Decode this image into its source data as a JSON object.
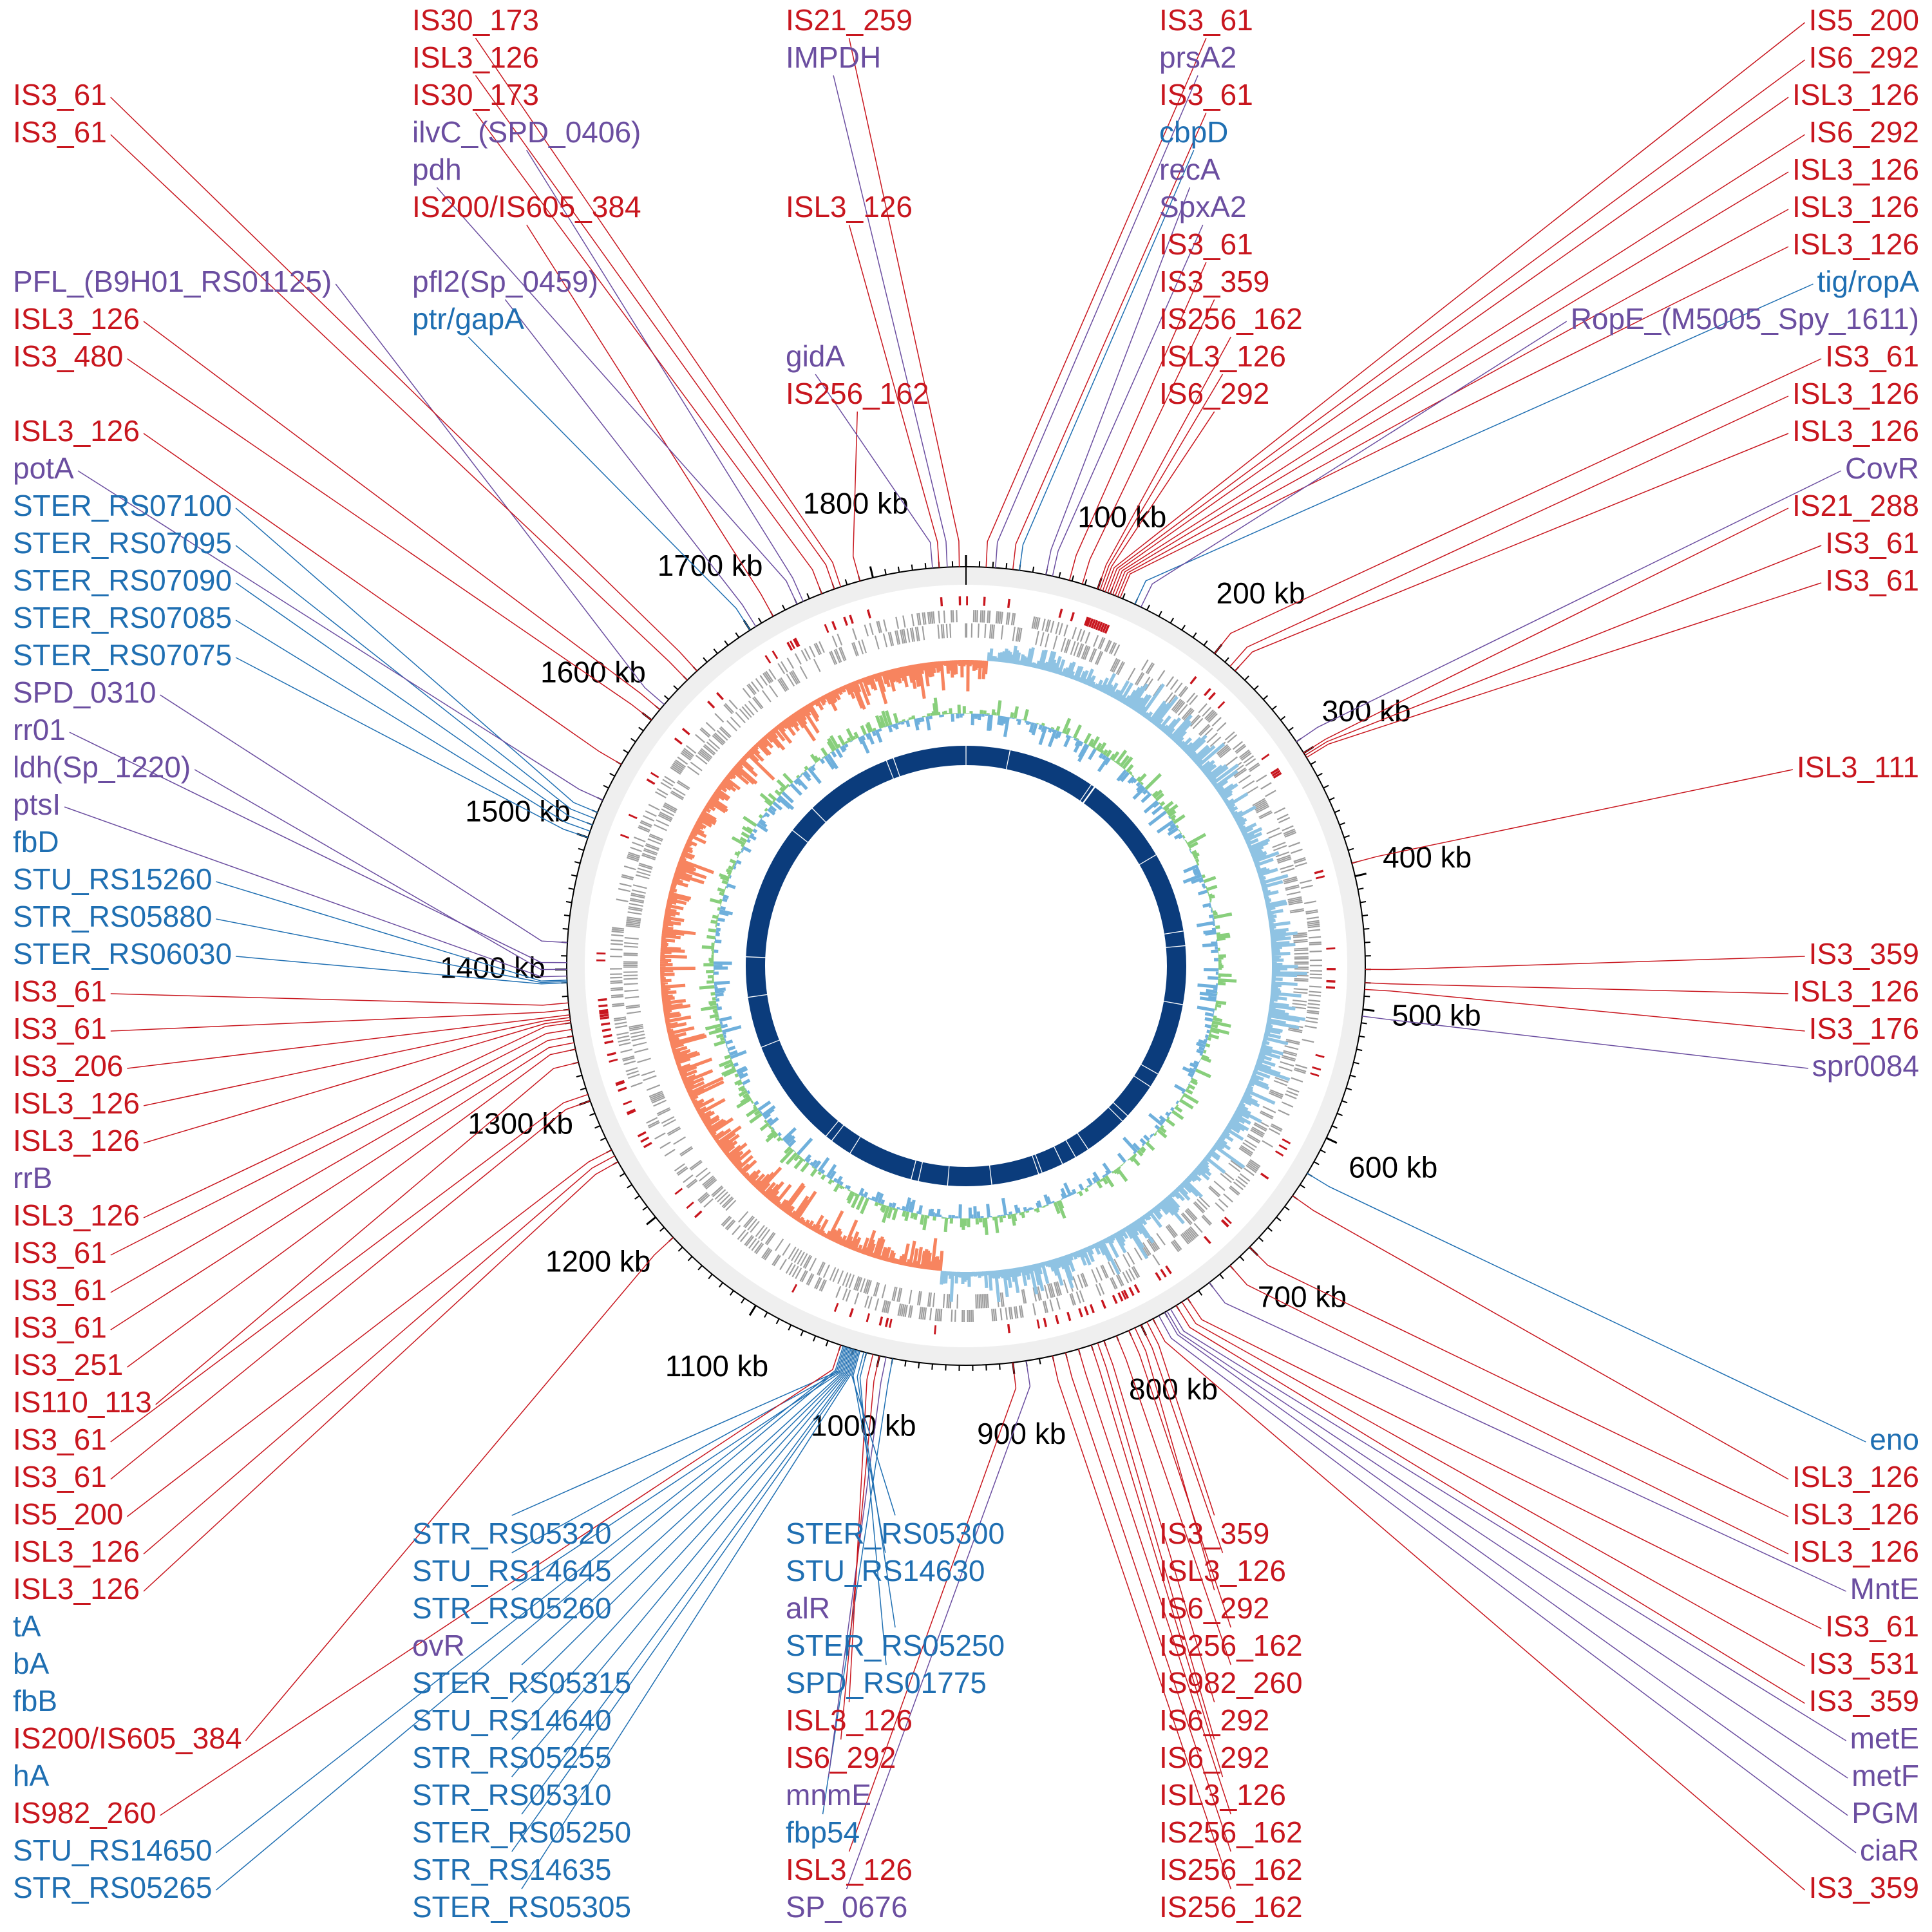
{
  "genome": {
    "length_kb": 1870,
    "tick_labels": [
      "100 kb",
      "200 kb",
      "300 kb",
      "400 kb",
      "500 kb",
      "600 kb",
      "700 kb",
      "800 kb",
      "900 kb",
      "1000 kb",
      "1100 kb",
      "1200 kb",
      "1300 kb",
      "1400 kb",
      "1500 kb",
      "1600 kb",
      "1700 kb",
      "1800 kb"
    ],
    "backbone_gaps_kb": [
      60,
      180,
      185,
      186,
      310,
      420,
      440,
      520,
      620,
      640,
      690,
      700,
      760,
      780,
      800,
      830,
      835,
      900,
      960,
      1000,
      1010,
      1100,
      1130,
      1140,
      1290,
      1360,
      1415,
      1600,
      1640,
      1760,
      1770
    ]
  },
  "colors": {
    "is": "#c8161e",
    "gene_purple": "#6b4ea0",
    "gene_blue": "#1f6fb2",
    "ring": "#efefef",
    "genes": "#9e9e9e",
    "skew_pos": "#8fc3e3",
    "skew_neg": "#f7845f",
    "gc_pos": "#88cf7c",
    "gc_neg": "#6fb0dc",
    "backbone": "#0b3c7c"
  },
  "labels": [
    {
      "t": "gidA",
      "c": "p",
      "kb": 1845
    },
    {
      "t": "ISL3_126",
      "c": "r",
      "kb": 1850
    },
    {
      "t": "IMPDH",
      "c": "p",
      "kb": 1856
    },
    {
      "t": "IS21_259",
      "c": "r",
      "kb": 1865
    },
    {
      "t": "IS3_61",
      "c": "r",
      "kb": 15
    },
    {
      "t": "prsA2",
      "c": "p",
      "kb": 22
    },
    {
      "t": "IS3_61",
      "c": "r",
      "kb": 35
    },
    {
      "t": "cbpD",
      "c": "b",
      "kb": 40
    },
    {
      "t": "recA",
      "c": "p",
      "kb": 60
    },
    {
      "t": "SpxA2",
      "c": "p",
      "kb": 65
    },
    {
      "t": "IS3_61",
      "c": "r",
      "kb": 78
    },
    {
      "t": "IS3_359",
      "c": "r",
      "kb": 88
    },
    {
      "t": "IS256_162",
      "c": "r",
      "kb": 100
    },
    {
      "t": "ISL3_126",
      "c": "r",
      "kb": 102
    },
    {
      "t": "IS6_292",
      "c": "r",
      "kb": 104
    },
    {
      "t": "IS5_200",
      "c": "r",
      "kb": 106
    },
    {
      "t": "IS6_292",
      "c": "r",
      "kb": 108
    },
    {
      "t": "ISL3_126",
      "c": "r",
      "kb": 110
    },
    {
      "t": "IS6_292",
      "c": "r",
      "kb": 112
    },
    {
      "t": "ISL3_126",
      "c": "r",
      "kb": 114
    },
    {
      "t": "ISL3_126",
      "c": "r",
      "kb": 116
    },
    {
      "t": "ISL3_126",
      "c": "r",
      "kb": 118
    },
    {
      "t": "tig/ropA",
      "c": "b",
      "kb": 130
    },
    {
      "t": "RopE_(M5005_Spy_1611)",
      "c": "p",
      "kb": 135
    },
    {
      "t": "IS3_61",
      "c": "r",
      "kb": 200
    },
    {
      "t": "ISL3_126",
      "c": "r",
      "kb": 215
    },
    {
      "t": "ISL3_126",
      "c": "r",
      "kb": 220
    },
    {
      "t": "CovR",
      "c": "p",
      "kb": 290
    },
    {
      "t": "IS21_288",
      "c": "r",
      "kb": 300
    },
    {
      "t": "IS3_61",
      "c": "r",
      "kb": 302
    },
    {
      "t": "IS3_61",
      "c": "r",
      "kb": 304
    },
    {
      "t": "ISL3_111",
      "c": "r",
      "kb": 390
    },
    {
      "t": "IS3_359",
      "c": "r",
      "kb": 470
    },
    {
      "t": "ISL3_126",
      "c": "r",
      "kb": 480
    },
    {
      "t": "IS3_176",
      "c": "r",
      "kb": 485
    },
    {
      "t": "spr0084",
      "c": "p",
      "kb": 505
    },
    {
      "t": "eno",
      "c": "b",
      "kb": 630
    },
    {
      "t": "ISL3_126",
      "c": "r",
      "kb": 650
    },
    {
      "t": "ISL3_126",
      "c": "r",
      "kb": 700
    },
    {
      "t": "ISL3_126",
      "c": "r",
      "kb": 720
    },
    {
      "t": "MntE",
      "c": "p",
      "kb": 740
    },
    {
      "t": "IS3_61",
      "c": "r",
      "kb": 760
    },
    {
      "t": "IS3_531",
      "c": "r",
      "kb": 765
    },
    {
      "t": "IS3_359",
      "c": "r",
      "kb": 770
    },
    {
      "t": "metE",
      "c": "p",
      "kb": 775
    },
    {
      "t": "metF",
      "c": "p",
      "kb": 778
    },
    {
      "t": "PGM",
      "c": "p",
      "kb": 780
    },
    {
      "t": "ciaR",
      "c": "p",
      "kb": 785
    },
    {
      "t": "IS3_359",
      "c": "r",
      "kb": 790
    },
    {
      "t": "IS3_359",
      "c": "r",
      "kb": 795
    },
    {
      "t": "ISL3_126",
      "c": "r",
      "kb": 800
    },
    {
      "t": "IS6_292",
      "c": "r",
      "kb": 805
    },
    {
      "t": "IS256_162",
      "c": "r",
      "kb": 810
    },
    {
      "t": "IS982_260",
      "c": "r",
      "kb": 820
    },
    {
      "t": "IS6_292",
      "c": "r",
      "kb": 830
    },
    {
      "t": "IS6_292",
      "c": "r",
      "kb": 835
    },
    {
      "t": "ISL3_126",
      "c": "r",
      "kb": 840
    },
    {
      "t": "IS256_162",
      "c": "r",
      "kb": 850
    },
    {
      "t": "IS256_162",
      "c": "r",
      "kb": 860
    },
    {
      "t": "IS256_162",
      "c": "r",
      "kb": 870
    },
    {
      "t": "SP_0676",
      "c": "p",
      "kb": 890
    },
    {
      "t": "ISL3_126",
      "c": "r",
      "kb": 900
    },
    {
      "t": "fbp54",
      "c": "b",
      "kb": 990
    },
    {
      "t": "mnmE",
      "c": "p",
      "kb": 995
    },
    {
      "t": "IS6_292",
      "c": "r",
      "kb": 1000
    },
    {
      "t": "ISL3_126",
      "c": "r",
      "kb": 1005
    },
    {
      "t": "SPD_RS01775",
      "c": "b",
      "kb": 1010
    },
    {
      "t": "STER_RS05250",
      "c": "b",
      "kb": 1012
    },
    {
      "t": "IS982_260",
      "c": "r",
      "kb": 1030
    },
    {
      "t": "STU_RS14630",
      "c": "b",
      "kb": 1015
    },
    {
      "t": "STER_RS05300",
      "c": "b",
      "kb": 1016
    },
    {
      "t": "STER_RS05305",
      "c": "b",
      "kb": 1017
    },
    {
      "t": "STR_RS14635",
      "c": "b",
      "kb": 1018
    },
    {
      "t": "STER_RS05250",
      "c": "b",
      "kb": 1019
    },
    {
      "t": "STR_RS05310",
      "c": "b",
      "kb": 1020
    },
    {
      "t": "STR_RS05255",
      "c": "b",
      "kb": 1021
    },
    {
      "t": "STU_RS14640",
      "c": "b",
      "kb": 1022
    },
    {
      "t": "STER_RS05315",
      "c": "b",
      "kb": 1023
    },
    {
      "t": "STR_RS05260",
      "c": "b",
      "kb": 1024
    },
    {
      "t": "STU_RS14645",
      "c": "b",
      "kb": 1025
    },
    {
      "t": "STR_RS05320",
      "c": "b",
      "kb": 1026
    },
    {
      "t": "STR_RS05265",
      "c": "b",
      "kb": 1027
    },
    {
      "t": "STU_RS14650",
      "c": "b",
      "kb": 1028
    },
    {
      "t": "IS200/IS605_384",
      "c": "r",
      "kb": 1180
    },
    {
      "t": "ISL3_126",
      "c": "r",
      "kb": 1250
    },
    {
      "t": "ISL3_126",
      "c": "r",
      "kb": 1255
    },
    {
      "t": "IS5_200",
      "c": "r",
      "kb": 1260
    },
    {
      "t": "IS3_61",
      "c": "r",
      "kb": 1300
    },
    {
      "t": "IS3_61",
      "c": "r",
      "kb": 1305
    },
    {
      "t": "STER_RS06030",
      "c": "b",
      "kb": 1390
    },
    {
      "t": "STR_RS05880",
      "c": "b",
      "kb": 1391
    },
    {
      "t": "STU_RS15260",
      "c": "b",
      "kb": 1392
    },
    {
      "t": "ptsI",
      "c": "p",
      "kb": 1395
    },
    {
      "t": "IS110_113",
      "c": "r",
      "kb": 1330
    },
    {
      "t": "ldh(Sp_1220)",
      "c": "p",
      "kb": 1400
    },
    {
      "t": "rr01",
      "c": "p",
      "kb": 1405
    },
    {
      "t": "SPD_0310",
      "c": "p",
      "kb": 1420
    },
    {
      "t": "IS3_251",
      "c": "r",
      "kb": 1340
    },
    {
      "t": "IS3_61",
      "c": "r",
      "kb": 1345
    },
    {
      "t": "IS3_61",
      "c": "r",
      "kb": 1350
    },
    {
      "t": "IS3_61",
      "c": "r",
      "kb": 1355
    },
    {
      "t": "ISL3_126",
      "c": "r",
      "kb": 1360
    },
    {
      "t": "ISL3_126",
      "c": "r",
      "kb": 1362
    },
    {
      "t": "ISL3_126",
      "c": "r",
      "kb": 1364
    },
    {
      "t": "IS3_206",
      "c": "r",
      "kb": 1366
    },
    {
      "t": "IS3_61",
      "c": "r",
      "kb": 1370
    },
    {
      "t": "IS3_61",
      "c": "r",
      "kb": 1375
    },
    {
      "t": "STER_RS07075",
      "c": "b",
      "kb": 1500
    },
    {
      "t": "STER_RS07085",
      "c": "b",
      "kb": 1505
    },
    {
      "t": "STER_RS07090",
      "c": "b",
      "kb": 1510
    },
    {
      "t": "STER_RS07095",
      "c": "b",
      "kb": 1515
    },
    {
      "t": "STER_RS07100",
      "c": "b",
      "kb": 1520
    },
    {
      "t": "potA",
      "c": "p",
      "kb": 1530
    },
    {
      "t": "ISL3_126",
      "c": "r",
      "kb": 1560
    },
    {
      "t": "IS3_480",
      "c": "r",
      "kb": 1600
    },
    {
      "t": "ISL3_126",
      "c": "r",
      "kb": 1610
    },
    {
      "t": "PFL_(B9H01_RS01125)",
      "c": "p",
      "kb": 1615
    },
    {
      "t": "IS3_61",
      "c": "r",
      "kb": 1640
    },
    {
      "t": "IS3_61",
      "c": "r",
      "kb": 1650
    },
    {
      "t": "ptr/gapA",
      "c": "b",
      "kb": 1700
    },
    {
      "t": "pfl2(Sp_0459)",
      "c": "p",
      "kb": 1705
    },
    {
      "t": "IS200/IS605_384",
      "c": "r",
      "kb": 1720
    },
    {
      "t": "pdh",
      "c": "p",
      "kb": 1740
    },
    {
      "t": "ilvC_(SPD_0406)",
      "c": "p",
      "kb": 1745
    },
    {
      "t": "IS30_173",
      "c": "r",
      "kb": 1760
    },
    {
      "t": "ISL3_126",
      "c": "r",
      "kb": 1770
    },
    {
      "t": "IS30_173",
      "c": "r",
      "kb": 1775
    },
    {
      "t": "IS256_162",
      "c": "r",
      "kb": 1790
    }
  ],
  "clipped_labels": [
    {
      "t": "rrB",
      "c": "p"
    },
    {
      "t": "fbD",
      "c": "b"
    },
    {
      "t": "tA",
      "c": "b"
    },
    {
      "t": "bA",
      "c": "b"
    },
    {
      "t": "fbB",
      "c": "b"
    },
    {
      "t": "hA",
      "c": "b"
    },
    {
      "t": "ovR",
      "c": "p"
    },
    {
      "t": "alR",
      "c": "p"
    }
  ]
}
